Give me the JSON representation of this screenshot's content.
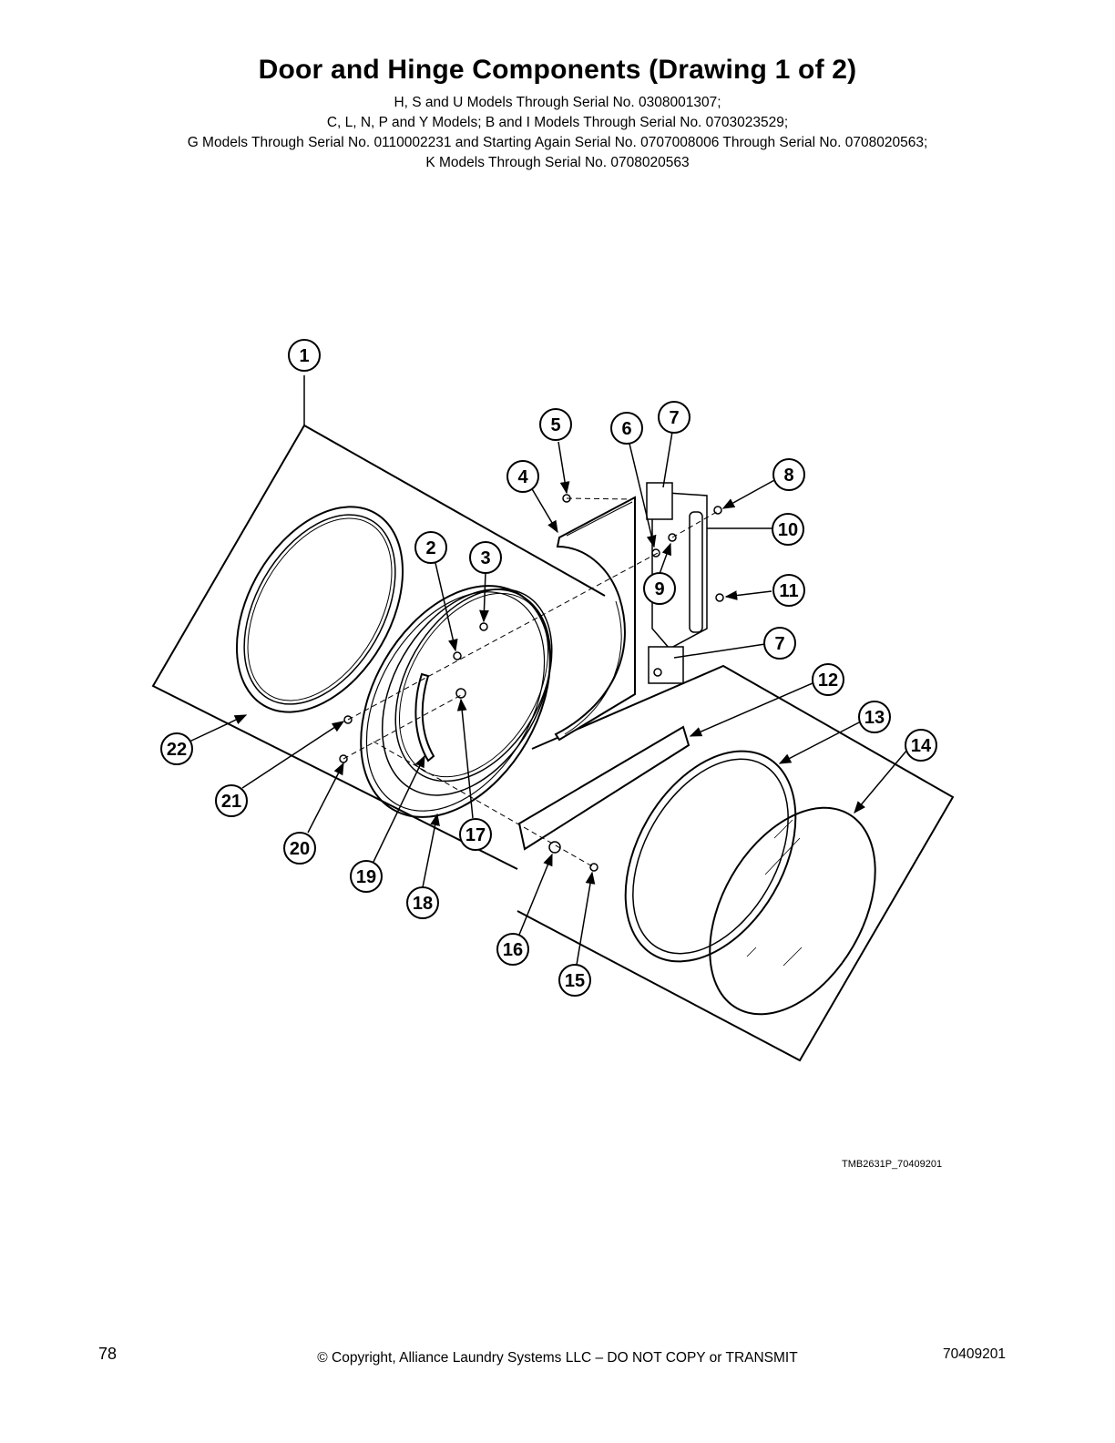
{
  "page": {
    "title": "Door and Hinge Components (Drawing 1 of 2)",
    "subtitle_lines": [
      "H, S and U Models Through Serial No. 0308001307;",
      "C, L, N, P and Y Models; B and I Models Through Serial No. 0703023529;",
      "G Models Through Serial No. 0110002231 and Starting Again Serial No. 0707008006 Through Serial No. 0708020563;",
      "K Models Through Serial No. 0708020563"
    ],
    "drawing_id": "TMB2631P_70409201",
    "page_number": "78",
    "copyright": "© Copyright, Alliance Laundry Systems LLC – DO NOT COPY or TRANSMIT",
    "document_number": "70409201"
  },
  "callouts": [
    {
      "id": "c1",
      "label": "1"
    },
    {
      "id": "c2",
      "label": "2"
    },
    {
      "id": "c3",
      "label": "3"
    },
    {
      "id": "c4",
      "label": "4"
    },
    {
      "id": "c5",
      "label": "5"
    },
    {
      "id": "c6",
      "label": "6"
    },
    {
      "id": "c7a",
      "label": "7"
    },
    {
      "id": "c7b",
      "label": "7"
    },
    {
      "id": "c8",
      "label": "8"
    },
    {
      "id": "c9",
      "label": "9"
    },
    {
      "id": "c10",
      "label": "10"
    },
    {
      "id": "c11",
      "label": "11"
    },
    {
      "id": "c12",
      "label": "12"
    },
    {
      "id": "c13",
      "label": "13"
    },
    {
      "id": "c14",
      "label": "14"
    },
    {
      "id": "c15",
      "label": "15"
    },
    {
      "id": "c16",
      "label": "16"
    },
    {
      "id": "c17",
      "label": "17"
    },
    {
      "id": "c18",
      "label": "18"
    },
    {
      "id": "c19",
      "label": "19"
    },
    {
      "id": "c20",
      "label": "20"
    },
    {
      "id": "c21",
      "label": "21"
    },
    {
      "id": "c22",
      "label": "22"
    }
  ]
}
